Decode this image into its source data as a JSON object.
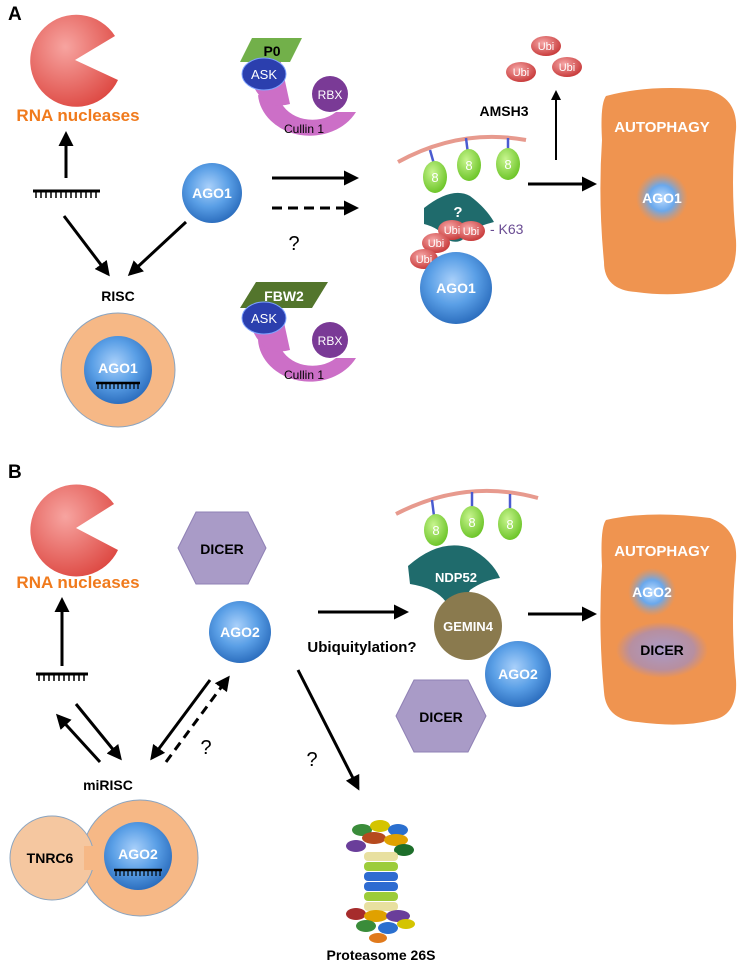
{
  "panel_a": {
    "letter": "A",
    "rna_nucleases": "RNA nucleases",
    "risc": "RISC",
    "ago1_free": "AGO1",
    "ago1_in_risc": "AGO1",
    "p0": "P0",
    "fbw2": "FBW2",
    "ask_top": "ASK",
    "ask_bottom": "ASK",
    "rbx_top": "RBX",
    "rbx_bottom": "RBX",
    "cullin_top": "Cullin 1",
    "cullin_bottom": "Cullin 1",
    "question": "?",
    "receptor_question": "?",
    "ubi_1": "Ubi",
    "ubi_2": "Ubi",
    "ubi_3": "Ubi",
    "ubi_4": "Ubi",
    "ubi_free_1": "Ubi",
    "ubi_free_2": "Ubi",
    "ubi_free_3": "Ubi",
    "k63": "- K63",
    "ago1_target": "AGO1",
    "amsh3": "AMSH3",
    "autophagy": "AUTOPHAGY",
    "ago1_autophagy": "AGO1",
    "atg8_1": "8",
    "atg8_2": "8",
    "atg8_3": "8"
  },
  "panel_b": {
    "letter": "B",
    "rna_nucleases": "RNA nucleases",
    "dicer_free": "DICER",
    "ago2_free": "AGO2",
    "ubiquitylation": "Ubiquitylation?",
    "question_1": "?",
    "question_2": "?",
    "mirisc": "miRISC",
    "tnrc6": "TNRC6",
    "ago2_in_mirisc": "AGO2",
    "ndp52": "NDP52",
    "gemin4": "GEMIN4",
    "ago2_complex": "AGO2",
    "dicer_complex": "DICER",
    "autophagy": "AUTOPHAGY",
    "ago2_autophagy": "AGO2",
    "dicer_autophagy": "DICER",
    "proteasome": "Proteasome 26S",
    "atg8_1": "8",
    "atg8_2": "8",
    "atg8_3": "8"
  },
  "colors": {
    "nuclease": "#e8554e",
    "orange_label": "#f07a1c",
    "autophagy": "#ef9450",
    "ago_blue": "#3f88d8",
    "risc_peach": "#f6b886",
    "ask_blue": "#2b3fae",
    "rbx_purple": "#7a3a96",
    "cullin_pink": "#cc6fc7",
    "p0_green": "#72b04a",
    "fbw2_green": "#53752c",
    "atg8_green": "#8fe046",
    "receptor_teal": "#1f6b6c",
    "ubi_red": "#d44a4a",
    "dicer_lavender": "#a99bc7",
    "gemin4_olive": "#8a7a4e",
    "tnrc6_peach": "#f5c7a0",
    "k63_purple": "#6a4c93"
  }
}
